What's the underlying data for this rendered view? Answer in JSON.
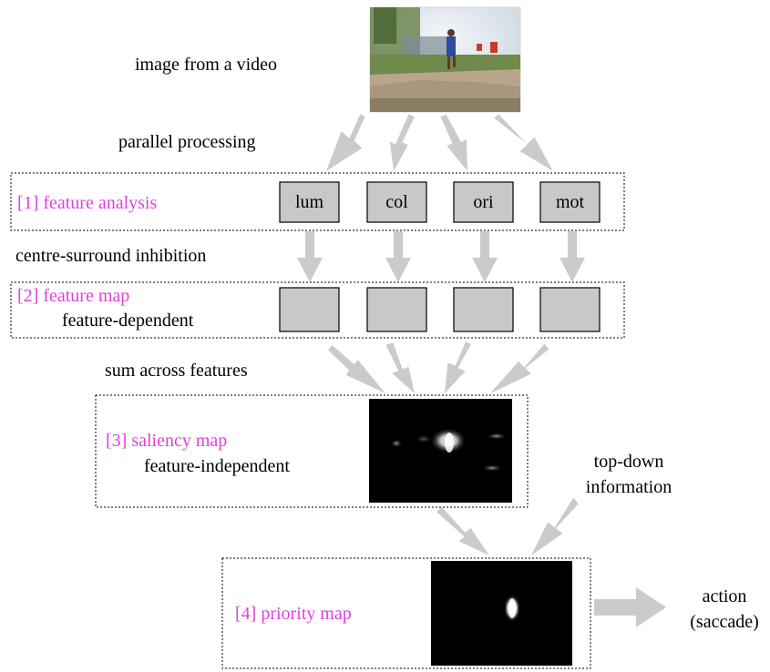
{
  "labels": {
    "image_from_video": "image from a video",
    "parallel_processing": "parallel processing",
    "centre_surround": "centre-surround inhibition",
    "sum_across": "sum across features",
    "top_down_1": "top-down",
    "top_down_2": "information",
    "action_1": "action",
    "action_2": "(saccade)"
  },
  "stages": {
    "s1": "[1] feature analysis",
    "s2": "[2] feature map",
    "s2_sub": "feature-dependent",
    "s3": "[3] saliency map",
    "s3_sub": "feature-independent",
    "s4": "[4] priority map"
  },
  "features": [
    "lum",
    "col",
    "ori",
    "mot"
  ],
  "colors": {
    "stage_label": "#e040e0",
    "arrow": "#cbcbcb",
    "box": "#c8c8c8"
  }
}
